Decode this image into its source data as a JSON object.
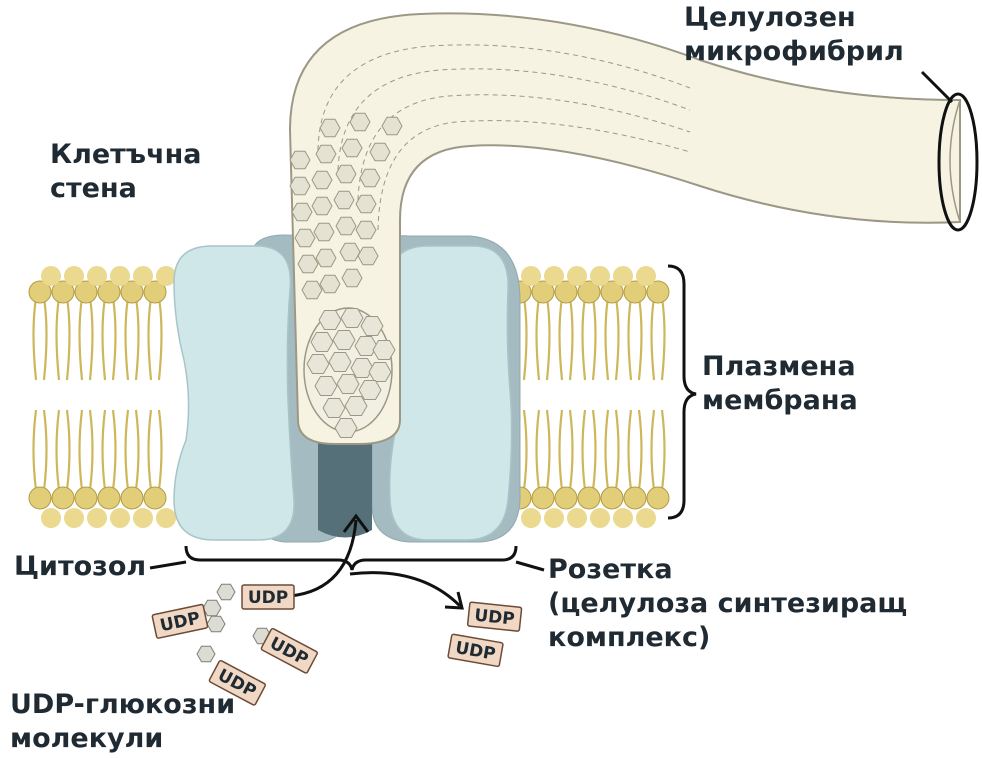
{
  "labels": {
    "microfibril": [
      "Целулозен",
      "микрофибрил"
    ],
    "cell_wall": [
      "Клетъчна",
      "стена"
    ],
    "plasma_membrane": [
      "Плазмена",
      "мембрана"
    ],
    "cytosol": "Цитозол",
    "rosette": [
      "Розетка",
      "(целулоза синтезиращ",
      "комплекс)"
    ],
    "udp_glucose": [
      "UDP-глюкозни",
      "молекули"
    ],
    "udp": "UDP"
  },
  "colors": {
    "microfibril_fill": "#f6f3e3",
    "lipid_head": "#e2ce78",
    "lipid_tail": "#cdb75a",
    "protein_light": "#cde6e8",
    "protein_dark": "#9fb7bd",
    "hexagon": "#e4e2d2",
    "udp_tag": "#f1d8c4",
    "text": "#1f2a33"
  }
}
